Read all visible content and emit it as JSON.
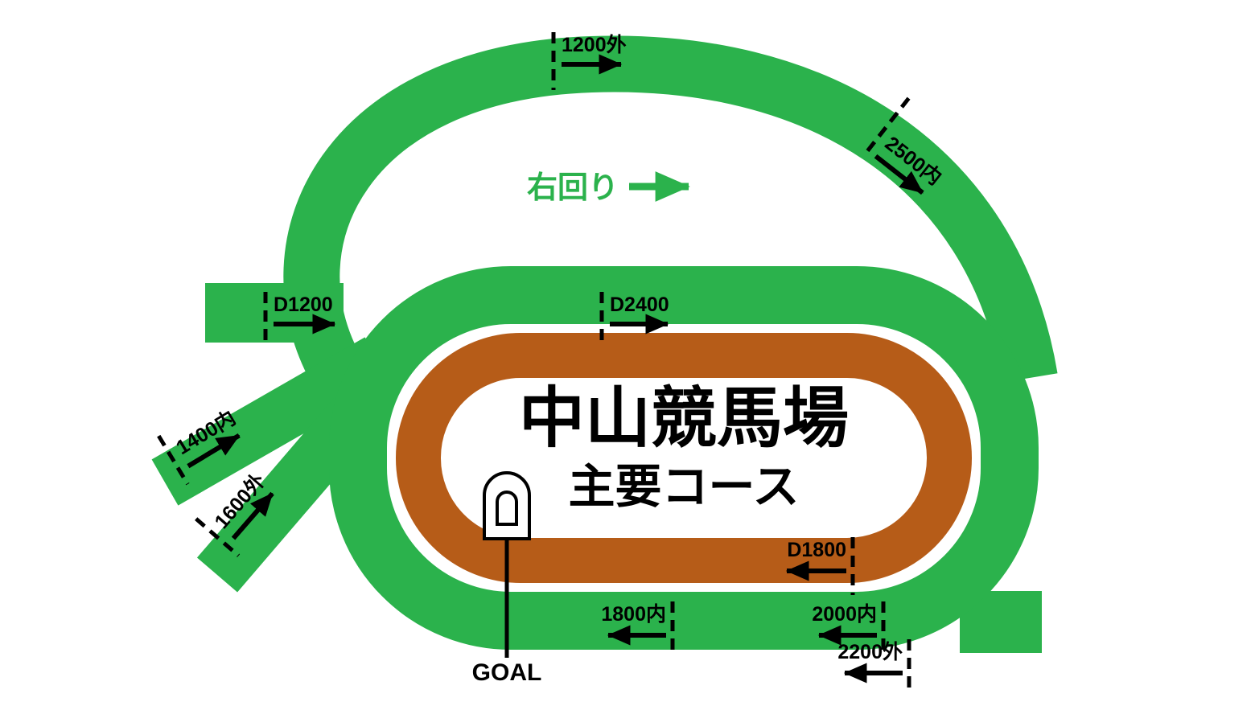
{
  "diagram": {
    "title": {
      "line1": "中山競馬場",
      "line2": "主要コース"
    },
    "direction": {
      "label": "右回り"
    },
    "goal": {
      "label": "GOAL"
    },
    "colors": {
      "turf": "#2bb24c",
      "dirt": "#b65c18",
      "label": "#000000",
      "background": "#ffffff"
    },
    "markers": {
      "t1200": {
        "label": "1200外"
      },
      "t2500": {
        "label": "2500内"
      },
      "d1200": {
        "label": "D1200"
      },
      "d2400": {
        "label": "D2400"
      },
      "t1400": {
        "label": "1400内"
      },
      "t1600": {
        "label": "1600外"
      },
      "d1800": {
        "label": "D1800"
      },
      "t1800": {
        "label": "1800内"
      },
      "t2000": {
        "label": "2000内"
      },
      "t2200": {
        "label": "2200外"
      }
    }
  }
}
